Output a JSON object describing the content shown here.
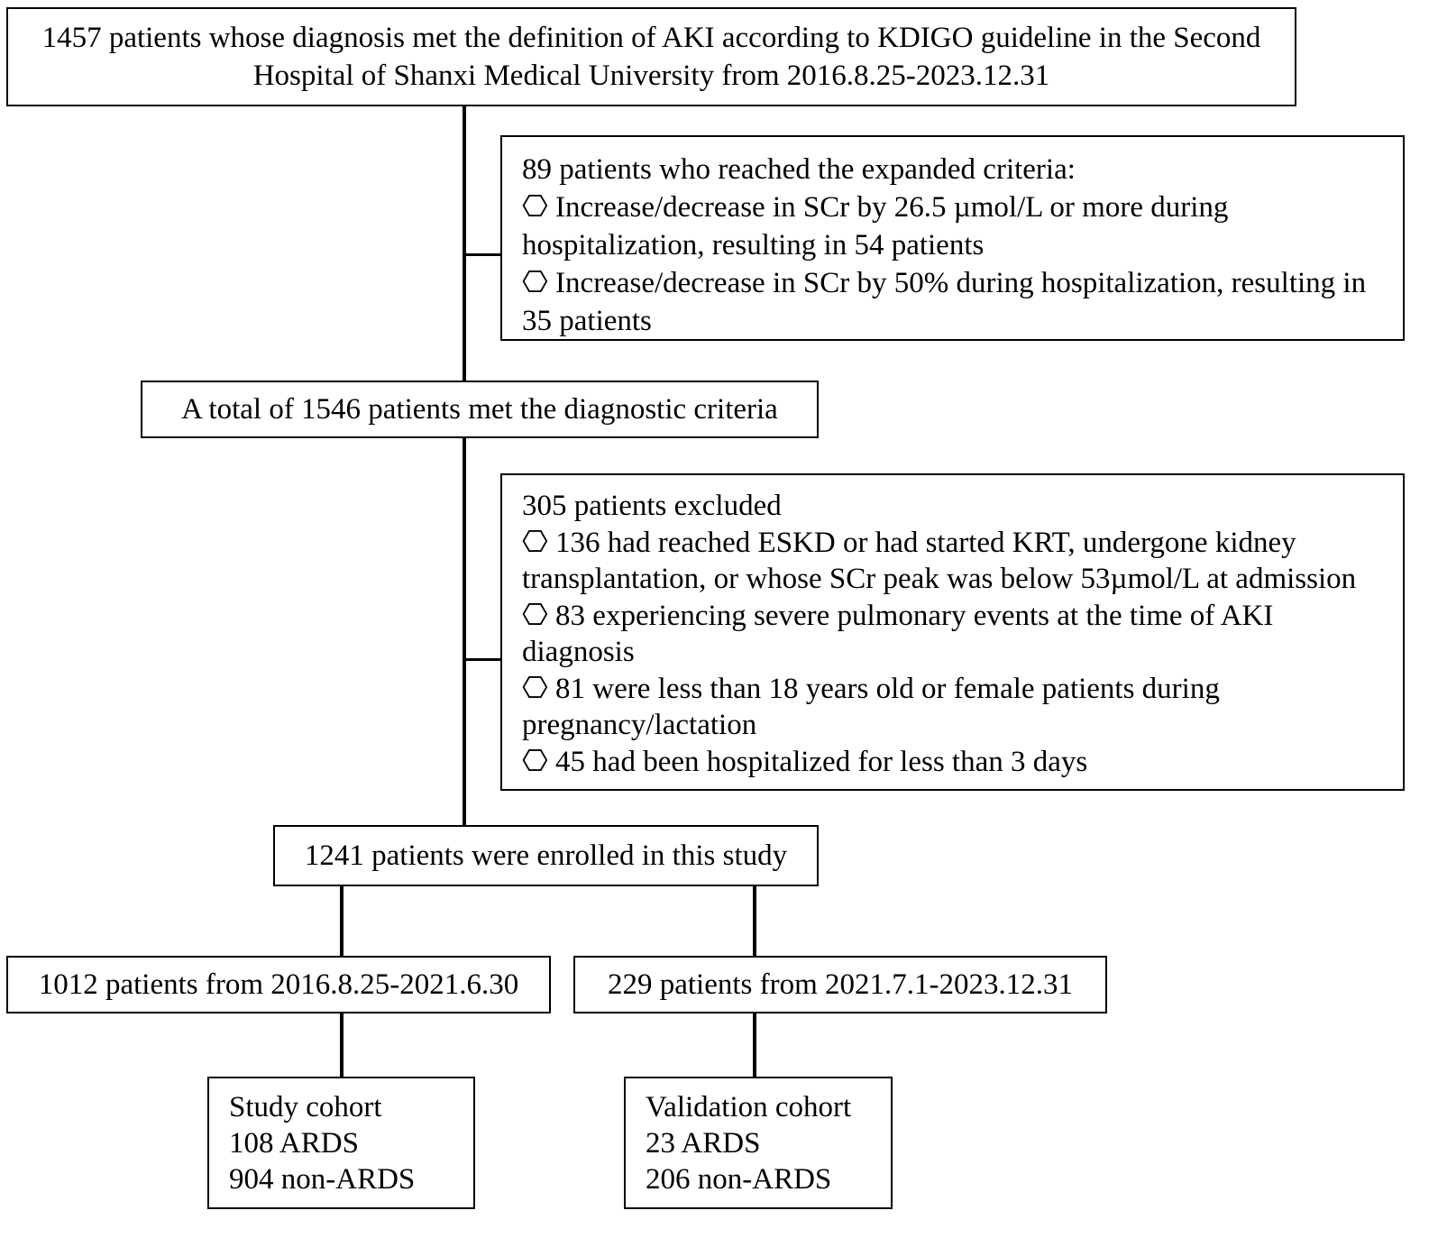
{
  "boxes": {
    "top": {
      "line1": "1457 patients whose diagnosis met the definition of AKI according to KDIGO guideline in the Second",
      "line2": "Hospital of Shanxi Medical University from 2016.8.25-2023.12.31"
    },
    "expanded": {
      "title": "89 patients who reached the expanded criteria:",
      "items": [
        {
          "line1": "⎔ Increase/decrease in SCr by 26.5 µmol/L or more during",
          "line2": "hospitalization, resulting in 54 patients"
        },
        {
          "line1": "⎔ Increase/decrease in SCr by 50% during hospitalization, resulting in",
          "line2": "35 patients"
        }
      ]
    },
    "total": {
      "text": "A total of 1546 patients met the diagnostic criteria"
    },
    "excluded": {
      "title": "305 patients excluded",
      "items": [
        {
          "line1": "⎔ 136 had reached ESKD or had started KRT, undergone kidney",
          "line2": "transplantation, or whose SCr peak was below 53µmol/L at admission"
        },
        {
          "line1": "⎔ 83 experiencing severe pulmonary events at the time of AKI",
          "line2": "diagnosis"
        },
        {
          "line1": "⎔ 81 were less than 18 years old or female patients during",
          "line2": "pregnancy/lactation"
        },
        {
          "line1": "⎔ 45 had been hospitalized for less than 3 days",
          "line2": ""
        }
      ]
    },
    "enrolled": {
      "text": "1241 patients were enrolled in this study"
    },
    "split_left": {
      "text": "1012 patients from 2016.8.25-2021.6.30"
    },
    "split_right": {
      "text": "229 patients from 2021.7.1-2023.12.31"
    },
    "study_cohort": {
      "title": "Study cohort",
      "line2": "108 ARDS",
      "line3": "904 non-ARDS"
    },
    "validation_cohort": {
      "title": "Validation cohort",
      "line2": "23 ARDS",
      "line3": "206 non-ARDS"
    }
  }
}
